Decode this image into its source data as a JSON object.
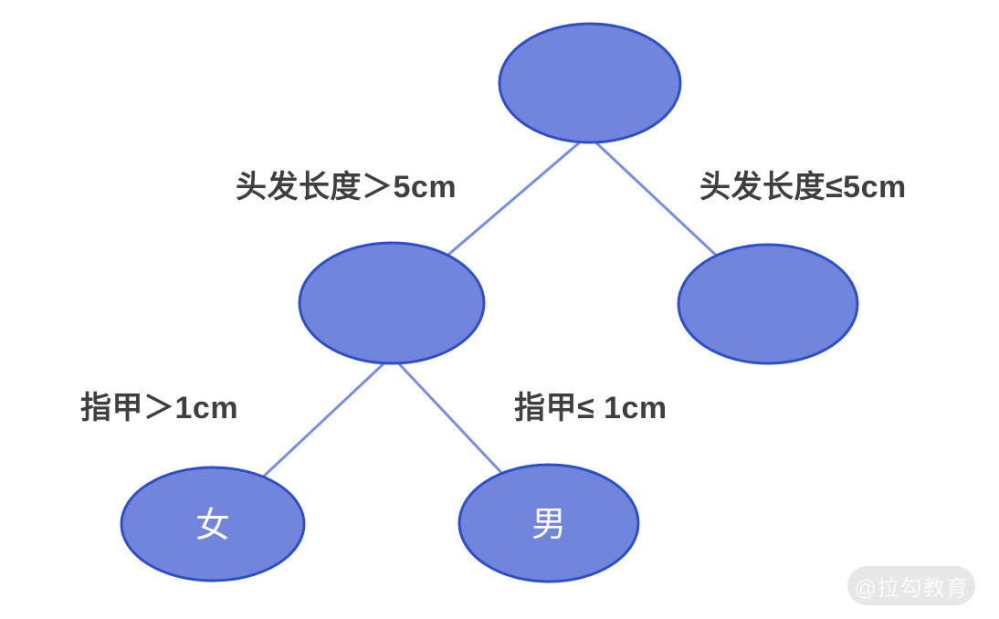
{
  "diagram": {
    "kind": "decision-tree",
    "nodes": {
      "root": {
        "label": ""
      },
      "hair_long": {
        "label": ""
      },
      "hair_short": {
        "label": ""
      },
      "female": {
        "label": "女"
      },
      "male": {
        "label": "男"
      }
    },
    "edges": {
      "root_to_hair_long": {
        "label": "头发长度＞5cm"
      },
      "root_to_hair_short": {
        "label": "头发长度≤5cm"
      },
      "hair_long_to_female": {
        "label": "指甲＞1cm"
      },
      "hair_long_to_male": {
        "label": "指甲≤ 1cm"
      }
    }
  },
  "watermark": {
    "text": "@拉勾教育"
  },
  "colors": {
    "node_fill": "#7185dc",
    "node_border": "#2e4fc6",
    "edge_line": "#7b8ddf",
    "label_text": "#3f3f3f",
    "node_text": "#ffffff",
    "watermark_bg": "#e7e7e7",
    "watermark_text": "#fafafa",
    "background": "#ffffff"
  }
}
